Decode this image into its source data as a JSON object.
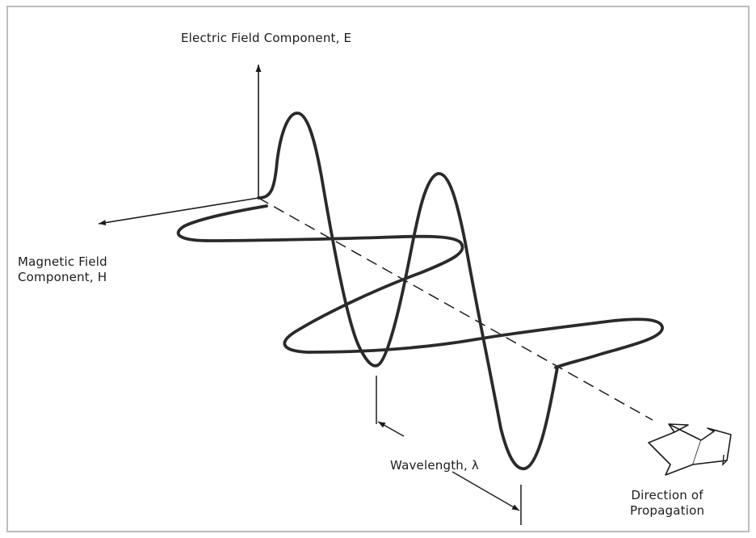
{
  "labels": {
    "electric_field": "Electric Field Component, E",
    "magnetic_field_line1": "Magnetic Field",
    "magnetic_field_line2": "Component, H",
    "wavelength": "Wavelength, λ",
    "direction_line1": "Direction of",
    "direction_line2": "Propagation"
  },
  "colors": {
    "ink": "#1c1c1c",
    "frame": "#bdbdbd",
    "background": "#ffffff"
  }
}
